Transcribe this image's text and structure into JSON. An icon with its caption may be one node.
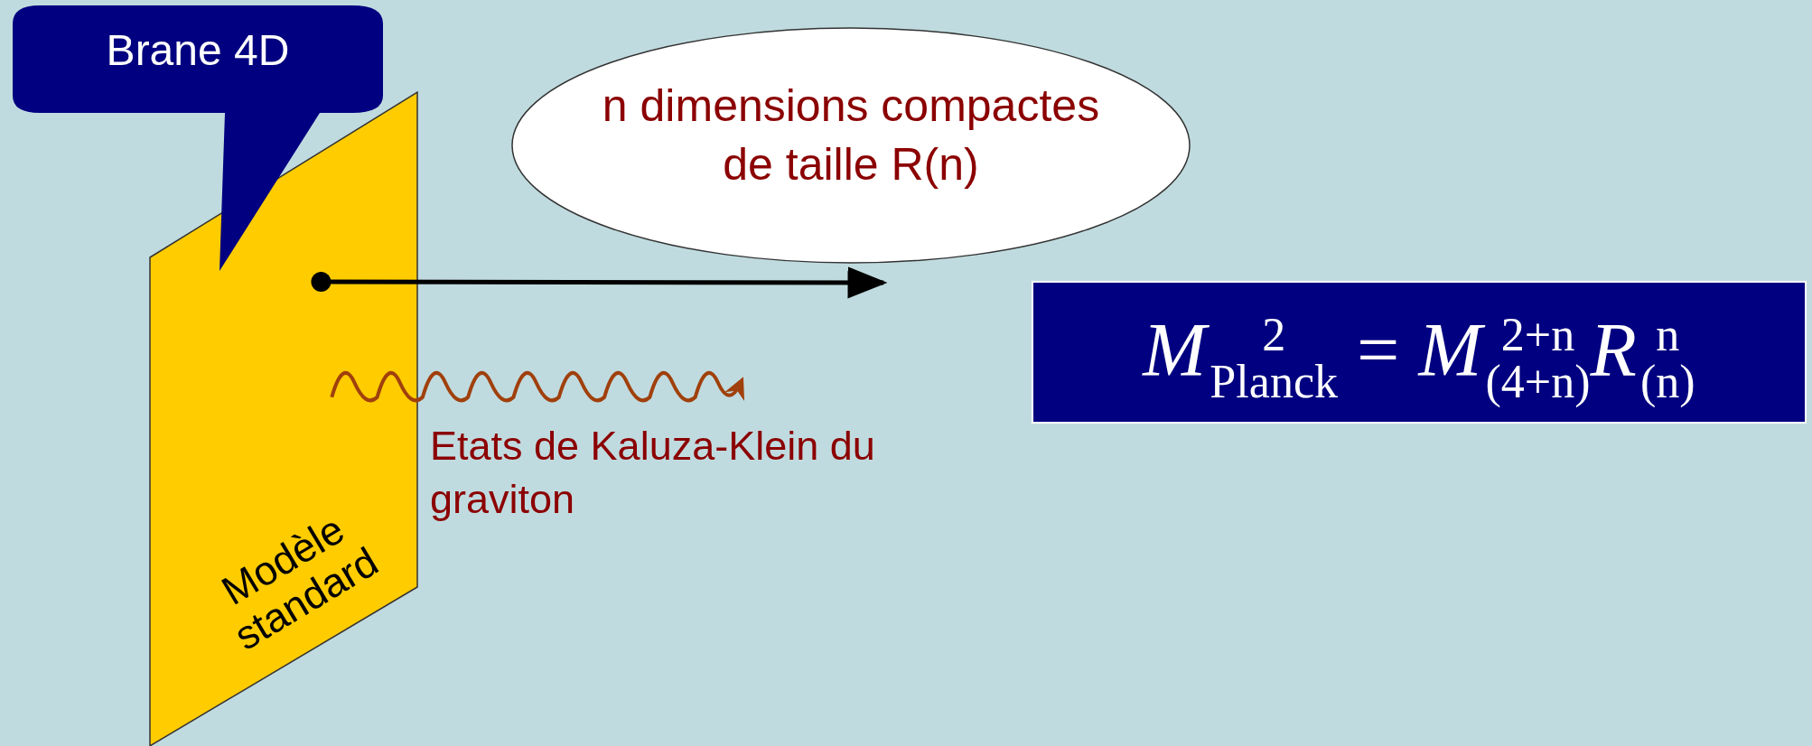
{
  "diagram": {
    "nodes": [
      {
        "text": [
          "Brane 4D"
        ]
      },
      {
        "text": [
          "Modèle standard"
        ]
      },
      {
        "text": [
          "n dimensions compactes de taille R(n)"
        ]
      },
      {
        "text": [
          "*M*$^{2}$$_{Planck}$ = *M*$^{2+n}$$_{(4+n)}$*R*$^{n}$$_{(n)}$"
        ]
      }
    ],
    "edges": [
      {
        "from": 1,
        "to": 2,
        "arrow": "to"
      },
      {
        "from": 1,
        "to": null,
        "arrow": "to",
        "color": "#a0400c"
      }
    ],
    "labels": [
      "Etats de Kaluza-Klein du graviton"
    ]
  }
}
